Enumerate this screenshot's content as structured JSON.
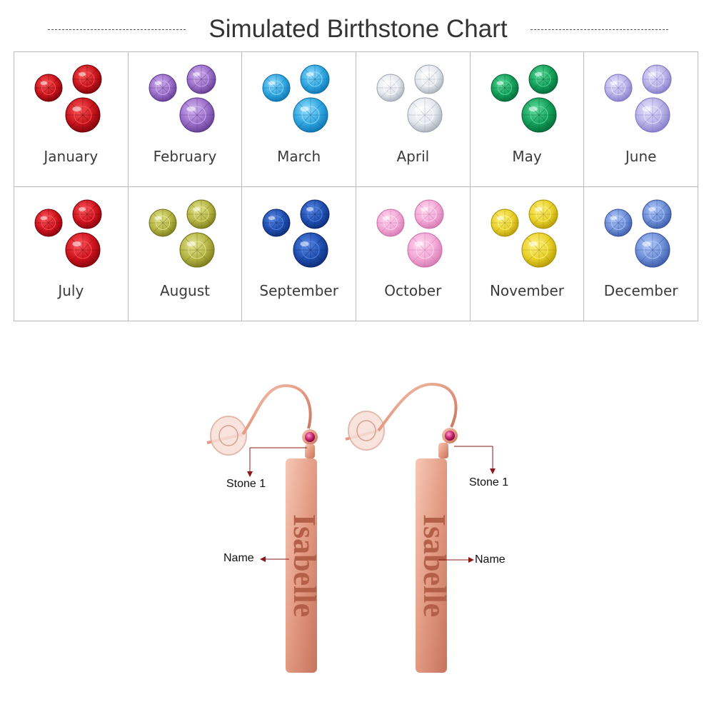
{
  "title": "Simulated Birthstone Chart",
  "months": [
    {
      "label": "January",
      "color": "#c8141c",
      "light": "#ff5a5a",
      "dark": "#6e0008"
    },
    {
      "label": "February",
      "color": "#9b6fc9",
      "light": "#d7b8f4",
      "dark": "#5a3388"
    },
    {
      "label": "March",
      "color": "#2fa6e0",
      "light": "#9fe2ff",
      "dark": "#0a6aa6"
    },
    {
      "label": "April",
      "color": "#e4e8ee",
      "light": "#ffffff",
      "dark": "#9aa2ae"
    },
    {
      "label": "May",
      "color": "#13a05a",
      "light": "#66e0a0",
      "dark": "#036033"
    },
    {
      "label": "June",
      "color": "#b7b1e6",
      "light": "#ece9ff",
      "dark": "#7a72c4"
    },
    {
      "label": "July",
      "color": "#d0141e",
      "light": "#ff5b63",
      "dark": "#77000a"
    },
    {
      "label": "August",
      "color": "#b5b545",
      "light": "#e9ea9a",
      "dark": "#6f6f14"
    },
    {
      "label": "September",
      "color": "#1f4fb0",
      "light": "#5f8eea",
      "dark": "#0a266c"
    },
    {
      "label": "October",
      "color": "#f3a8d6",
      "light": "#ffe0f3",
      "dark": "#cd6ea9"
    },
    {
      "label": "November",
      "color": "#e9d12a",
      "light": "#fff48a",
      "dark": "#a98e00"
    },
    {
      "label": "December",
      "color": "#6e8fd6",
      "light": "#b8cfff",
      "dark": "#334f9e"
    }
  ],
  "product": {
    "metal_color": "#e8a18a",
    "stone_color": "#c21f6a",
    "stone_label_left": "Stone 1",
    "stone_label_right": "Stone 1",
    "name_label_left": "Name",
    "name_label_right": "Name",
    "engraved_name": "Isabelle"
  }
}
